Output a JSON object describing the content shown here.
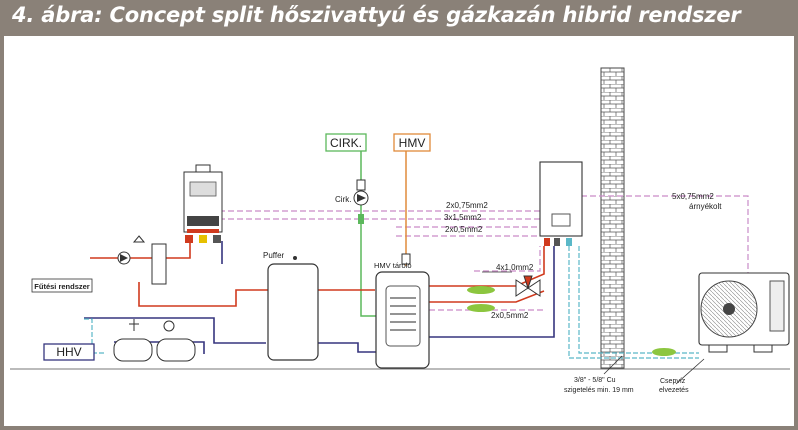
{
  "figure": {
    "title": "4. ábra: Concept split hőszivattyú és gázkazán hibrid rendszer"
  },
  "labels": {
    "cirk": "CIRK.",
    "hmv": "HMV",
    "hhv": "HHV",
    "futesi": "Fűtési rendszer",
    "cirk_pump": "Cirk.",
    "puffer": "Puffer",
    "hmv_tarolo": "HMV tároló",
    "cable_075_2": "2x0,75mm2",
    "cable_15_3": "3x1,5mm2",
    "cable_05_2_a": "2x0,5mm2",
    "cable_10_4": "4x1,0mm2",
    "cable_05_2_b": "2x0,5mm2",
    "cable_075_5": "5x0,75mm2",
    "arnyekolt": "árnyékolt",
    "pipe_size": "3/8\" - 5/8\" Cu",
    "insulation": "szigetelés min. 19 mm",
    "condensate_1": "Csepvíz",
    "condensate_2": "elvezetés"
  },
  "colors": {
    "title_bar": "#8a8178",
    "hot_water": "#d03a1e",
    "return_water": "#36357e",
    "refrigerant": "#5ab8c8",
    "cable": "#c98bc8",
    "cirk_line": "#5cb85c",
    "hmv_line": "#e08a3a",
    "drain": "#8cc63f"
  }
}
